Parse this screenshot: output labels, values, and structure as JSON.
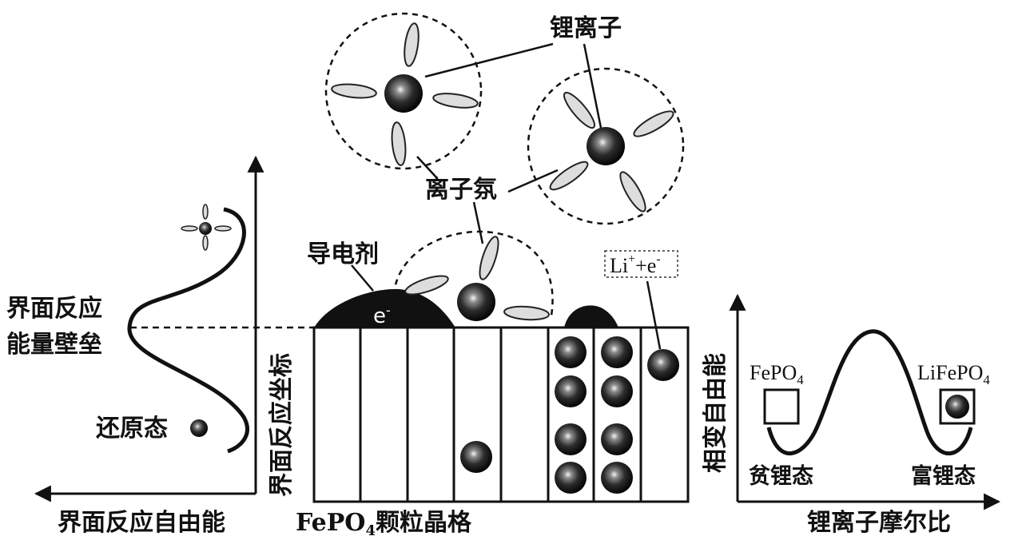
{
  "labels": {
    "lithium_ion": "锂离子",
    "ion_atmosphere": "离子氛",
    "conductive_agent": "导电剂",
    "electron": "e",
    "electron_charge": "-",
    "li_plus_e": {
      "li": "Li",
      "plus": "+",
      "plus_e": "+e",
      "minus": "-"
    },
    "interface_barrier": [
      "界面反应",
      "能量壁垒"
    ],
    "reduced_state": "还原态",
    "axis_reaction_coordinate": "界面反应坐标",
    "axis_interface_free_energy": "界面反应自由能",
    "lattice": {
      "prefix": "FePO",
      "sub": "4",
      "suffix": "颗粒晶格"
    },
    "fepo4": {
      "prefix": "FePO",
      "sub": "4"
    },
    "lifepo4": {
      "prefix": "LiFePO",
      "sub": "4"
    },
    "axis_phase_free_energy": "相变自由能",
    "lithium_poor_state": "贫锂态",
    "lithium_rich_state": "富锂态",
    "axis_li_mole_ratio": "锂离子摩尔比"
  }
}
